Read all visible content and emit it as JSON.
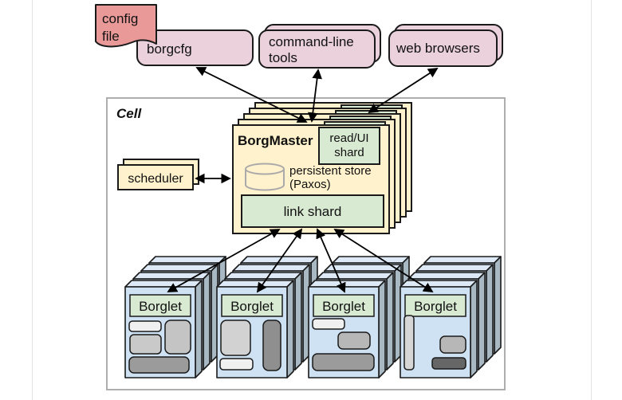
{
  "figure": {
    "config_file": {
      "line1": "config",
      "line2": "file"
    },
    "borgcfg_label": "borgcfg",
    "cli_tools": {
      "line1": "command-line",
      "line2": "tools"
    },
    "web_browsers_label": "web browsers",
    "cell_label": "Cell",
    "borgmaster_label": "BorgMaster",
    "read_ui_shard": {
      "line1": "read/UI",
      "line2": "shard"
    },
    "persistent_store": {
      "line1": "persistent store",
      "line2": "(Paxos)"
    },
    "link_shard_label": "link shard",
    "scheduler_label": "scheduler",
    "machines": [
      {
        "label": "Borglet"
      },
      {
        "label": "Borglet"
      },
      {
        "label": "Borglet"
      },
      {
        "label": "Borglet"
      }
    ]
  },
  "colors": {
    "config_file_fill": "#ea9999",
    "client_box_fill": "#ead1dc",
    "master_fill": "#fff2cc",
    "shard_fill": "#d9ead3",
    "machine_front_fill": "#cfe2f3",
    "machine_top_fill": "#dde9f6",
    "machine_side_fill": "#a9b9c4",
    "task_grays": [
      "#f0f0f0",
      "#d2d2d2",
      "#c9c9c9",
      "#b7b7b7",
      "#9b9b9b",
      "#8f8f8f",
      "#666666"
    ],
    "outline": "#1a1a1a",
    "cell_border": "#a6a6a6",
    "cylinder_stroke": "#aaaaaa"
  }
}
